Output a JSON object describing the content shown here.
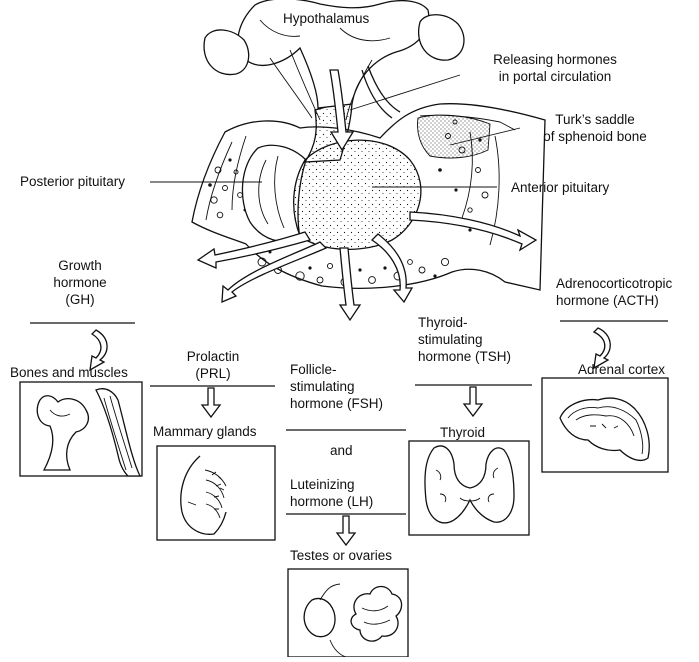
{
  "labels": {
    "hypothalamus": "Hypothalamus",
    "releasing_1": "Releasing hormones",
    "releasing_2": "in portal circulation",
    "turks_1": "Turk’s saddle",
    "turks_2": "of sphenoid bone",
    "posterior": "Posterior pituitary",
    "anterior": "Anterior pituitary",
    "gh_1": "Growth",
    "gh_2": "hormone",
    "gh_3": "(GH)",
    "bones": "Bones and muscles",
    "prl_1": "Prolactin",
    "prl_2": "(PRL)",
    "mammary": "Mammary glands",
    "fsh_1": "Follicle-",
    "fsh_2": "stimulating",
    "fsh_3": "hormone (FSH)",
    "and": "and",
    "lh_1": "Luteinizing",
    "lh_2": "hormone (LH)",
    "testes": "Testes or ovaries",
    "tsh_1": "Thyroid-",
    "tsh_2": "stimulating",
    "tsh_3": "hormone (TSH)",
    "thyroid": "Thyroid",
    "acth_1": "Adrenocorticotropic",
    "acth_2": "hormone (ACTH)",
    "adrenal": "Adrenal cortex"
  }
}
